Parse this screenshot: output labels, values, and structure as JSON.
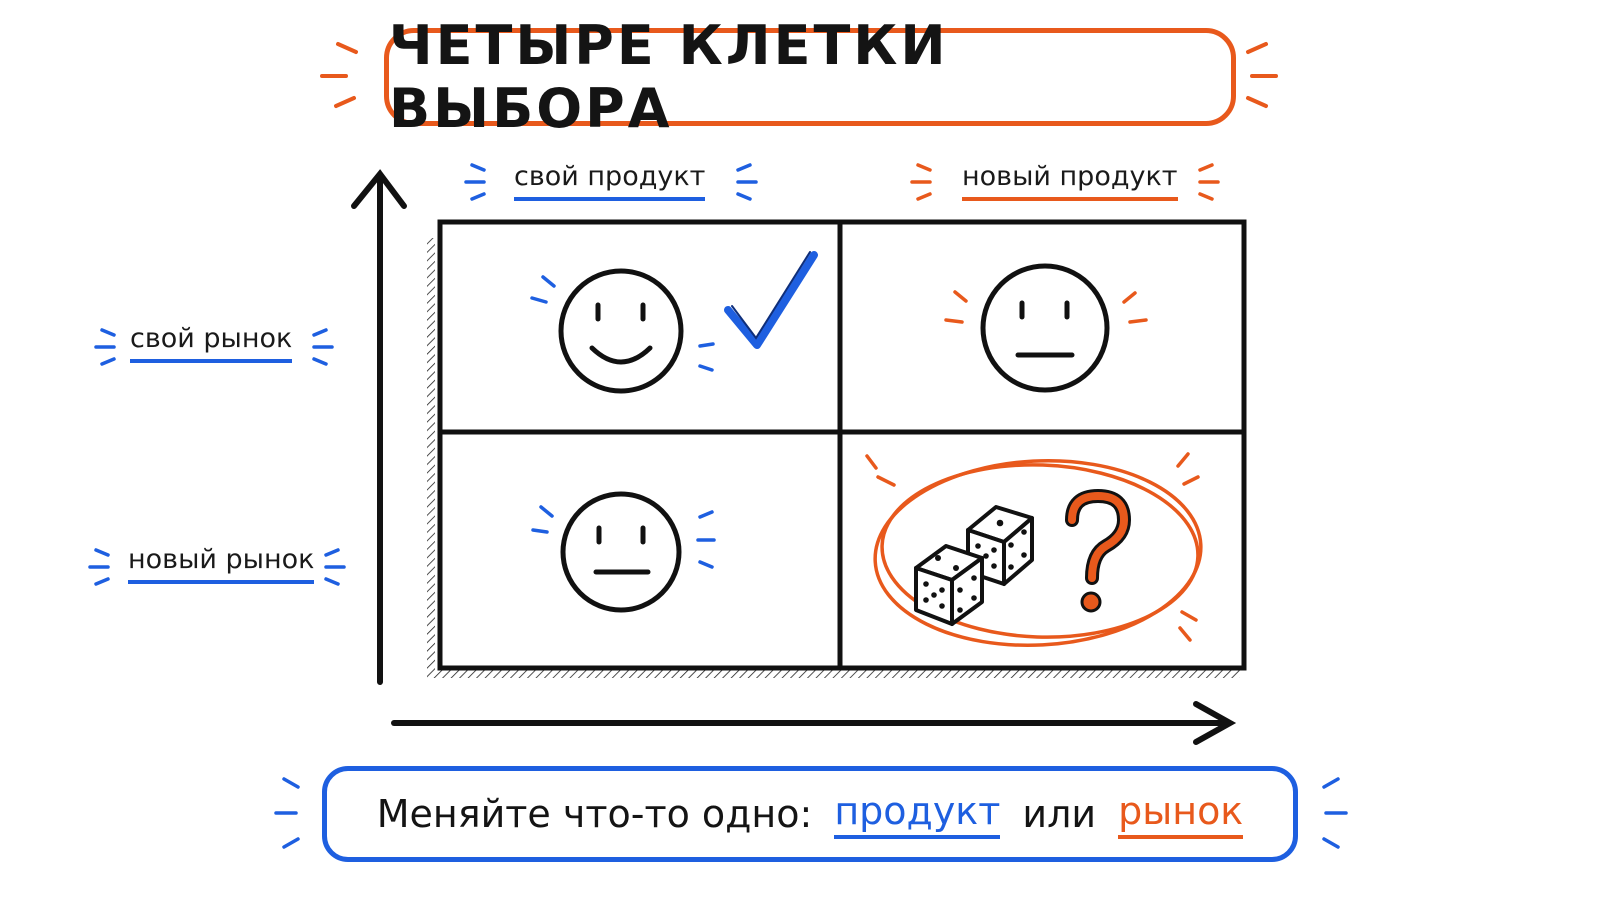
{
  "title": "ЧЕТЫРЕ КЛЕТКИ ВЫБОРА",
  "columns": [
    {
      "label": "свой продукт",
      "accent": "#1E5FE0"
    },
    {
      "label": "новый продукт",
      "accent": "#E8591C"
    }
  ],
  "rows": [
    {
      "label": "свой рынок",
      "accent": "#1E5FE0"
    },
    {
      "label": "новый рынок",
      "accent": "#1E5FE0"
    }
  ],
  "cells": [
    {
      "column": "свой продукт",
      "row": "свой рынок",
      "icon": "smiley-face-icon",
      "extra_icon": "checkmark-icon",
      "accent": "#1E5FE0"
    },
    {
      "column": "новый продукт",
      "row": "свой рынок",
      "icon": "neutral-face-icon",
      "accent": "#E8591C"
    },
    {
      "column": "свой продукт",
      "row": "новый рынок",
      "icon": "neutral-face-icon",
      "accent": "#1E5FE0"
    },
    {
      "column": "новый продукт",
      "row": "новый рынок",
      "icon": "dice-icon",
      "extra_icon": "question-mark-icon",
      "highlight": "circled",
      "accent": "#E8591C"
    }
  ],
  "footer": {
    "text": "Меняйте что-то одно:",
    "option1": "продукт",
    "connector": "или",
    "option2": "рынок"
  },
  "colors": {
    "blue": "#1E5FE0",
    "orange": "#E8591C",
    "ink": "#141414"
  }
}
